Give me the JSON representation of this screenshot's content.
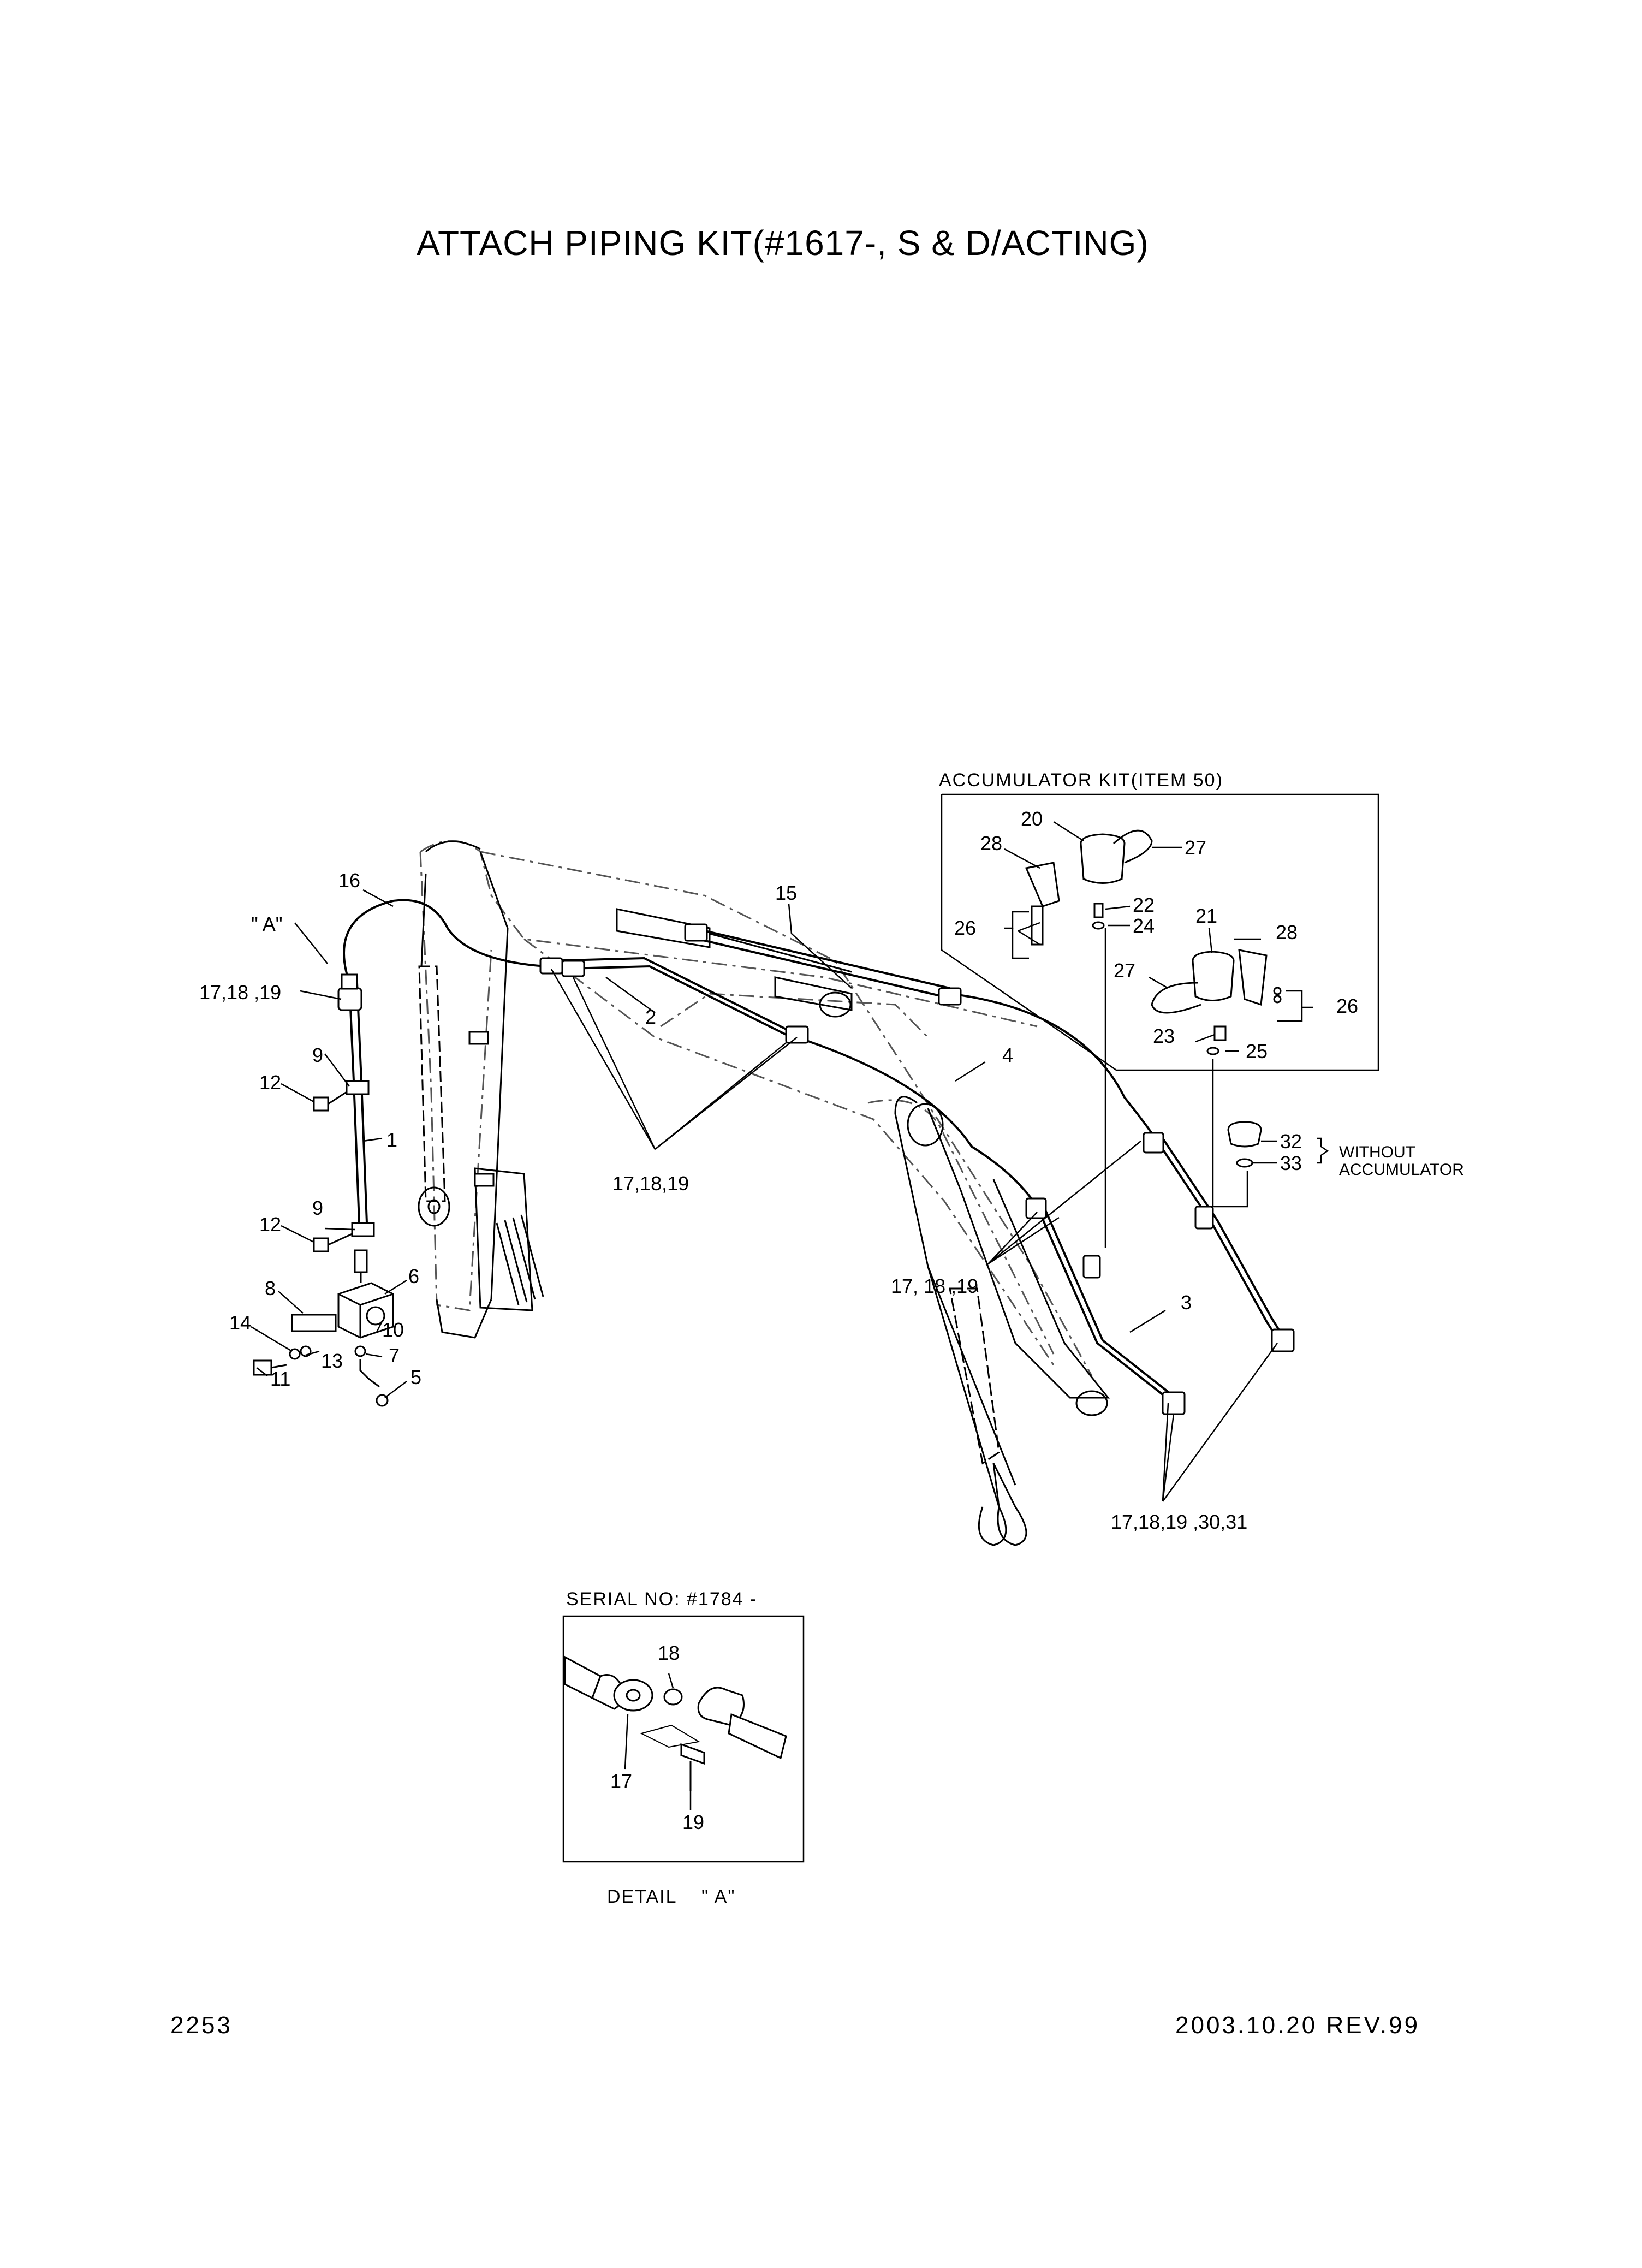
{
  "title": "ATTACH PIPING KIT(#1617-, S & D/ACTING)",
  "page_number": "2253",
  "revision": "2003.10.20 REV.99",
  "accumulator_kit": {
    "header": "ACCUMULATOR KIT(ITEM 50)",
    "labels": [
      "20",
      "27",
      "28",
      "22",
      "24",
      "26",
      "21",
      "28",
      "27",
      "26",
      "23",
      "25"
    ]
  },
  "without_accumulator": {
    "labels": [
      "32",
      "33"
    ],
    "line1": "WITHOUT",
    "line2": "ACCUMULATOR"
  },
  "main_labels": {
    "view_a": "\" A\"",
    "l16": "16",
    "l15": "15",
    "l171819_top": "17,18 ,19",
    "l2": "2",
    "l9a": "9",
    "l12a": "12",
    "l1": "1",
    "l171819_mid": "17,18,19",
    "l4": "4",
    "l9b": "9",
    "l12b": "12",
    "l8": "8",
    "l6": "6",
    "l14": "14",
    "l10": "10",
    "l13": "13",
    "l7": "7",
    "l11": "11",
    "l5": "5",
    "l171819_lower": "17, 18 ,19",
    "l3": "3",
    "l_bottom": "17,18,19 ,30,31"
  },
  "detail": {
    "serial": "SERIAL NO: #1784 -",
    "l18": "18",
    "l17": "17",
    "l19": "19",
    "caption": "DETAIL    \" A\""
  }
}
